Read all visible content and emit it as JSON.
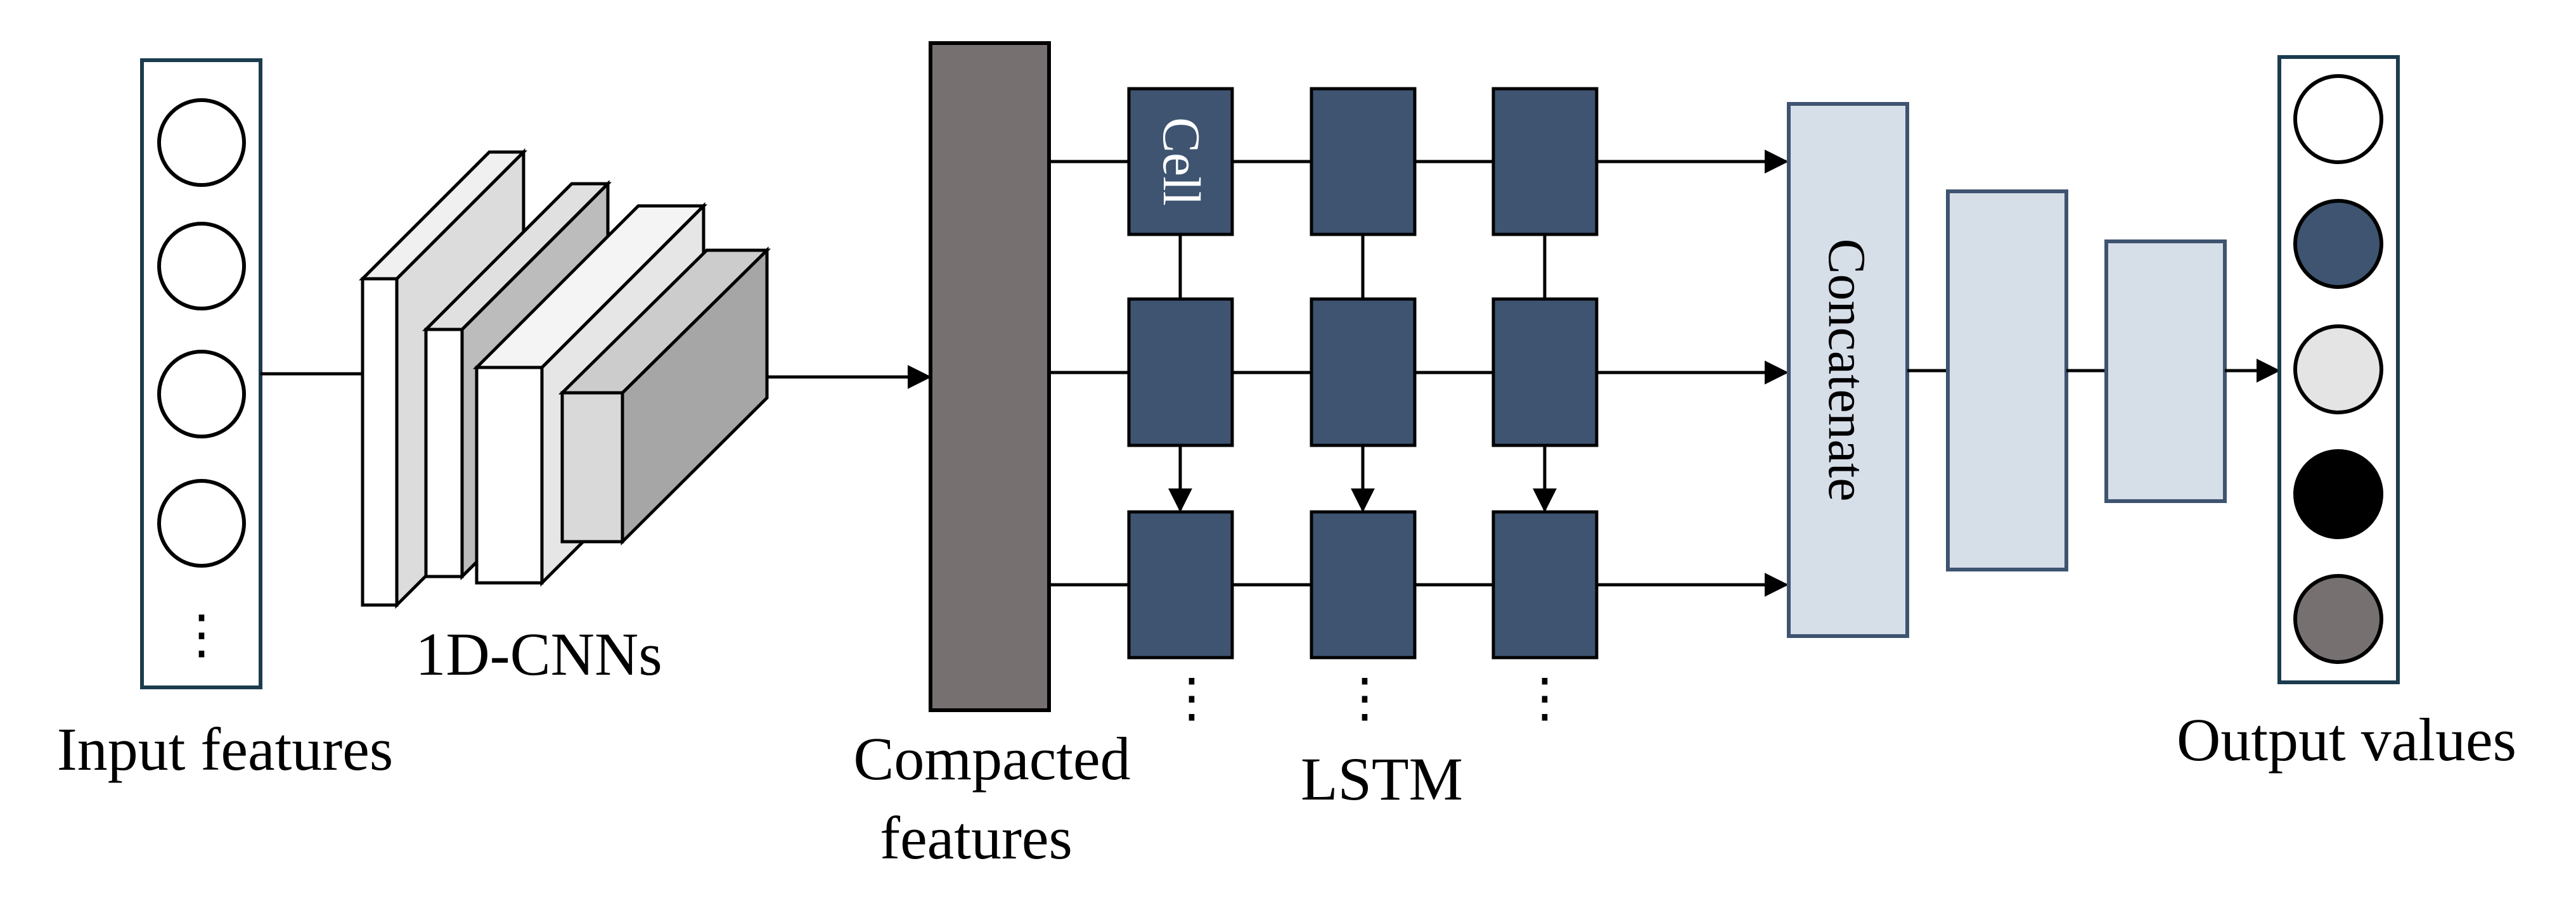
{
  "labels": {
    "input_features": "Input features",
    "cnns": "1D-CNNs",
    "compacted_line1": "Compacted",
    "compacted_line2": "features",
    "lstm": "LSTM",
    "cell": "Cell",
    "concatenate": "Concatenate",
    "output_values": "Output values",
    "ellipsis_vertical": "⋮"
  },
  "colors": {
    "node_border": "#1c3c4e",
    "lstm_cell": "#3e5470",
    "compacted_bar": "#767070",
    "dense_fill": "#d6dee8",
    "dense_border": "#3e5470",
    "output_nodes": [
      "#ffffff",
      "#3e5470",
      "#e4e4e4",
      "#000000",
      "#767070"
    ]
  }
}
